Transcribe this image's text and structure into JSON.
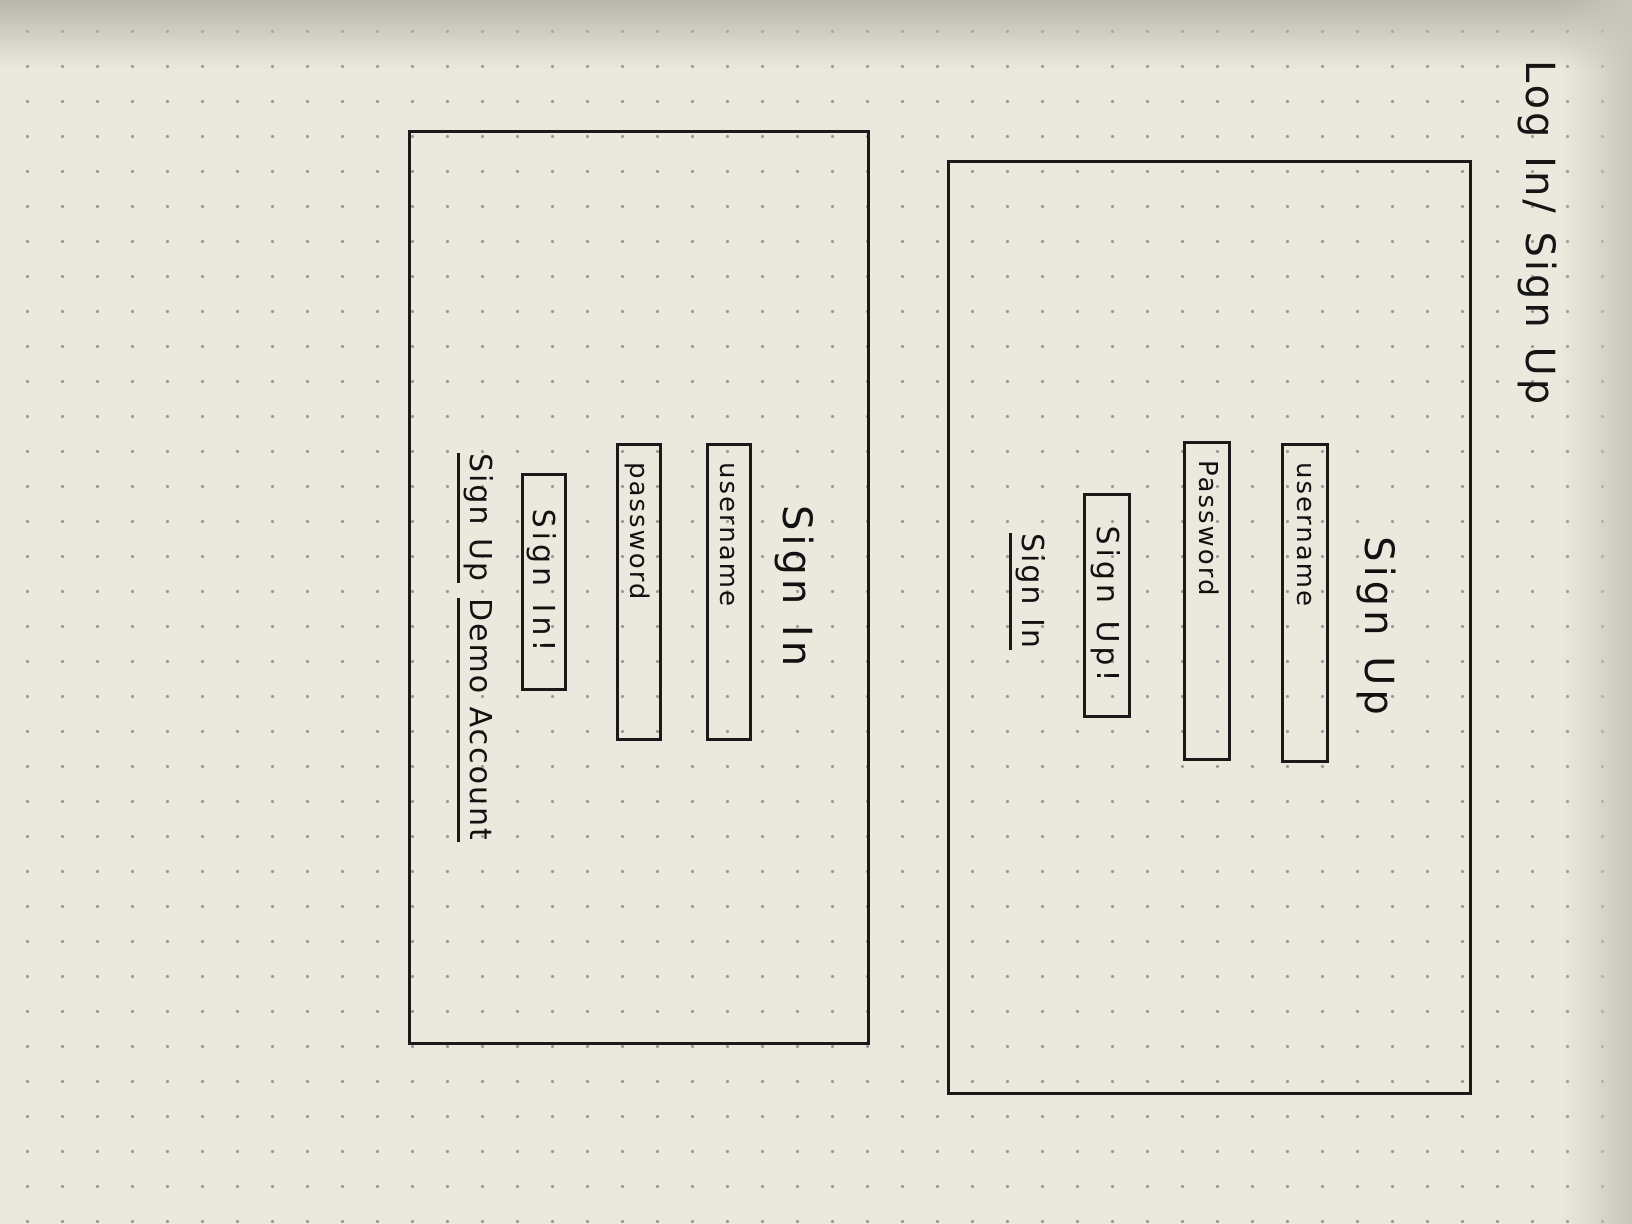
{
  "page_title": "Log In/ Sign Up",
  "signup_frame": {
    "title": "Sign Up",
    "username_placeholder": "username",
    "password_placeholder": "Password",
    "button_label": "Sign Up!",
    "link_label": "Sign In"
  },
  "signin_frame": {
    "title": "Sign In",
    "username_placeholder": "username",
    "password_placeholder": "password",
    "button_label": "Sign In!",
    "links": [
      "Sign Up",
      "Demo Account"
    ]
  }
}
